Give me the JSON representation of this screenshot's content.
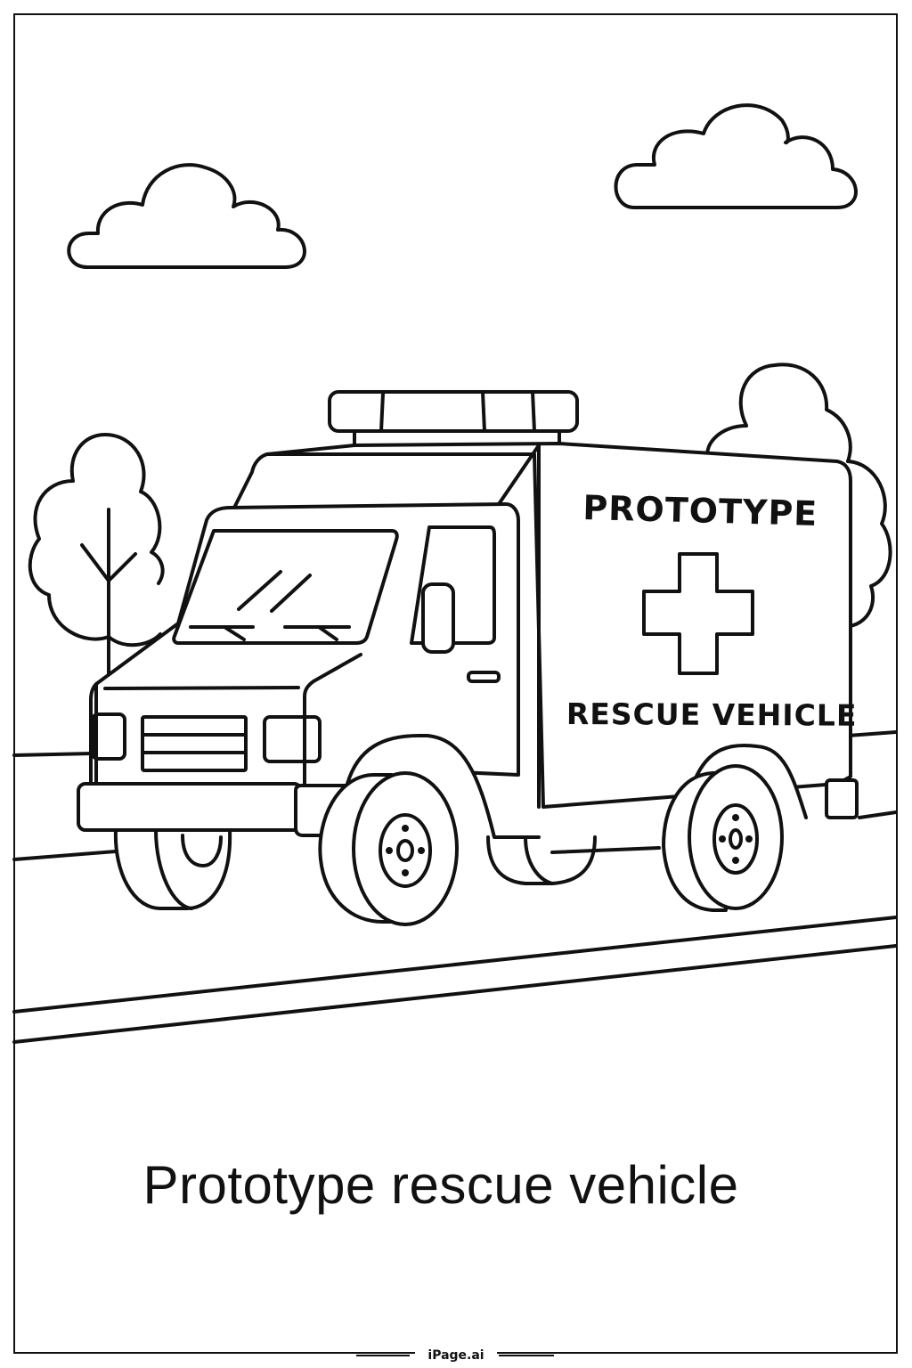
{
  "page": {
    "caption": "Prototype rescue vehicle",
    "footer_brand": "iPage.ai"
  },
  "vehicle": {
    "side_label_top": "PROTOTYPE",
    "side_label_bottom": "RESCUE VEHICLE",
    "emblem": "cross-icon"
  },
  "scene": {
    "elements": [
      "cloud-left",
      "cloud-right",
      "tree-left",
      "tree-right",
      "road",
      "ambulance"
    ]
  },
  "colors": {
    "line": "#111111",
    "background": "#ffffff"
  }
}
